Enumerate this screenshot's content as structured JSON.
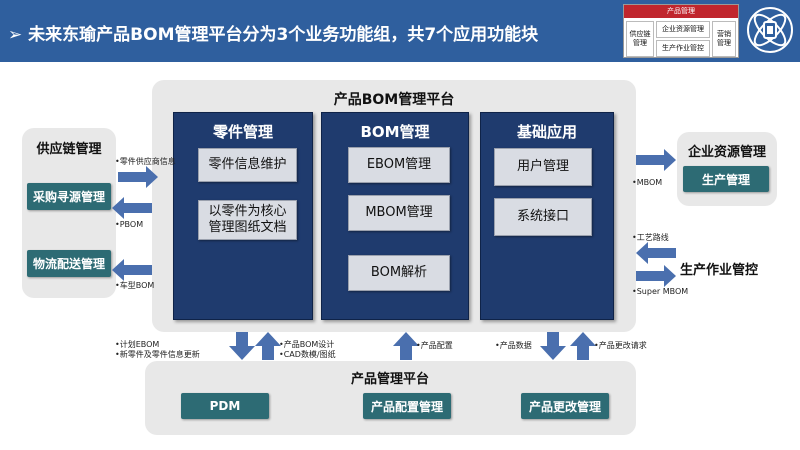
{
  "header": {
    "title": "➢ 未来东瑜产品BOM管理平台分为3个业务功能组，共7个应用功能块",
    "mini": {
      "head": "产品管理",
      "cells": [
        "供应链\n管理",
        "企业资源管理",
        "生产作业管控",
        "营销\n管理"
      ]
    }
  },
  "colors": {
    "header": "#2f5f9e",
    "group": "#1f3b6e",
    "teal": "#2d6b74",
    "arrow": "#4a6fae",
    "panel": "#e8e8e8"
  },
  "platform": {
    "title": "产品BOM管理平台",
    "groups": [
      {
        "title": "零件管理",
        "items": [
          "零件信息维护",
          "以零件为核心\n管理图纸文档"
        ]
      },
      {
        "title": "BOM管理",
        "items": [
          "EBOM管理",
          "MBOM管理",
          "BOM解析"
        ]
      },
      {
        "title": "基础应用",
        "items": [
          "用户管理",
          "系统接口"
        ]
      }
    ]
  },
  "supply": {
    "title": "供应链管理",
    "items": [
      "采购寻源管理",
      "物流配送管理"
    ]
  },
  "erp": {
    "title": "企业资源管理",
    "item": "生产管理"
  },
  "mes": {
    "title": "生产作业管控"
  },
  "pmp": {
    "title": "产品管理平台",
    "items": [
      "PDM",
      "产品配置管理",
      "产品更改管理"
    ]
  },
  "notes": {
    "part_supplier": "•零件供应商信息",
    "pbom": "•PBOM",
    "vehicle_bom": "•车型BOM",
    "mbom": "•MBOM",
    "route": "•工艺路线",
    "super_mbom": "•Super  MBOM",
    "plan_ebom": "•计划EBOM",
    "new_parts": "•新零件及零件信息更新",
    "product_bom_design": "•产品BOM设计",
    "cad": "•CAD数模/图纸",
    "product_config": "•产品配置",
    "product_data": "•产品数据",
    "product_change": "•产品更改请求"
  }
}
